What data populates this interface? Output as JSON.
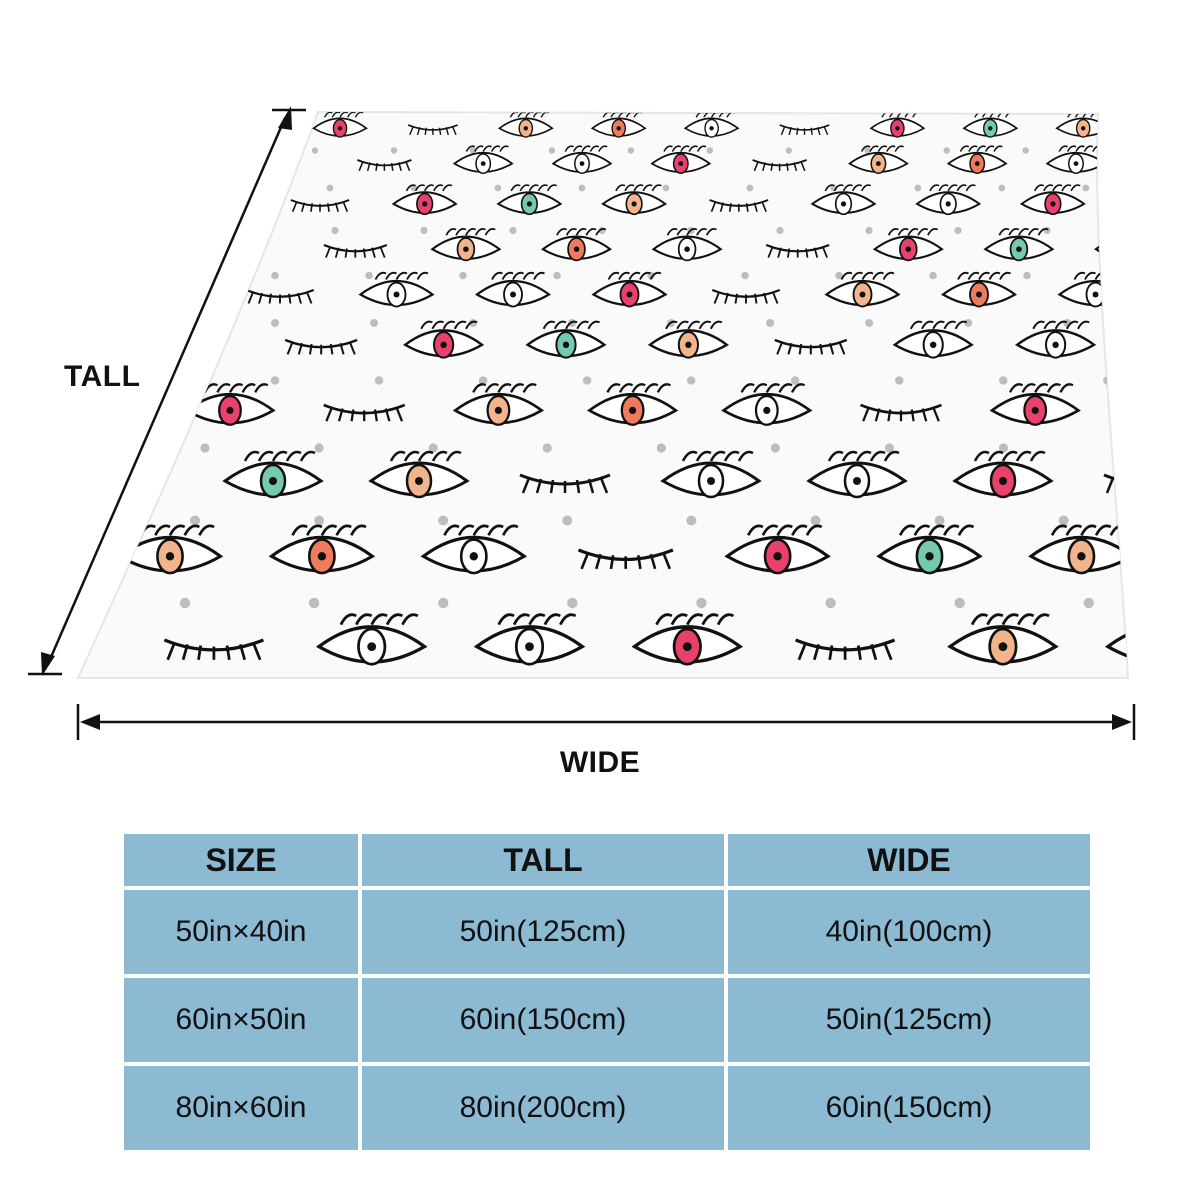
{
  "dimension_labels": {
    "tall": "TALL",
    "wide": "WIDE"
  },
  "size_table": {
    "headers": [
      "SIZE",
      "TALL",
      "WIDE"
    ],
    "rows": [
      [
        "50in×40in",
        "50in(125cm)",
        "40in(100cm)"
      ],
      [
        "60in×50in",
        "60in(150cm)",
        "50in(125cm)"
      ],
      [
        "80in×60in",
        "80in(200cm)",
        "60in(150cm)"
      ]
    ]
  },
  "colors": {
    "table_cell": "#8cbad3",
    "pattern_pink": "#e8416b",
    "pattern_teal": "#74c9b0",
    "pattern_peach": "#f2b48a",
    "pattern_coral": "#f07a5c",
    "dot_gray": "#bdbdbd"
  },
  "icons": {
    "eye_pattern": "eye-doodle-icon",
    "arrow": "double-arrow-icon"
  }
}
